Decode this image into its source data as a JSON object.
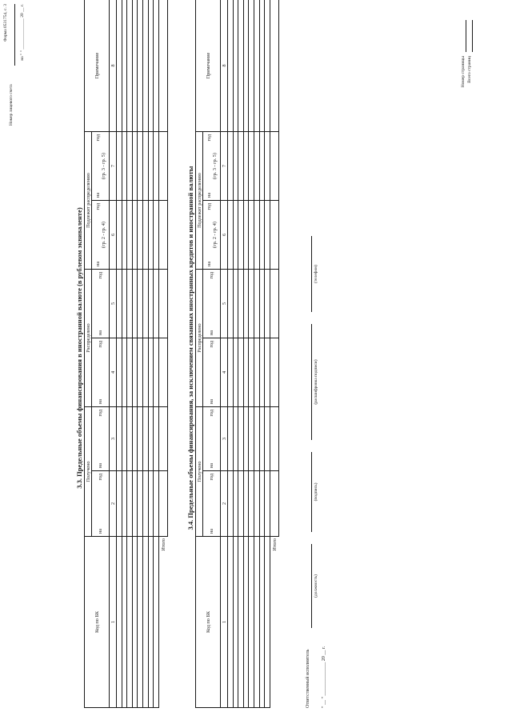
{
  "form": {
    "form_code": "Форма 0531754, с. 3",
    "account_label": "Номер лицевого счета",
    "date_line": "на \" \" ______________ 20 __ г."
  },
  "section33": {
    "title": "3.3. Предельные объемы финансирования в иностранной валюте (в рублевом эквиваленте)"
  },
  "section34": {
    "title": "3.4. Предельные объемы финансирования, за исключением связанных иностранных кредитов и иностранной валюты"
  },
  "table_headers": {
    "kod": "Код по БК",
    "polucheno": "Получено",
    "raspredeleno": "Распределено",
    "podlezhit": "Подлежит распределению",
    "primechanie": "Примечание",
    "na": "на",
    "god": "год",
    "formula6": "(гр. 2 - гр. 4)",
    "formula7": "(гр. 3 - гр. 5)",
    "colnums": [
      "1",
      "2",
      "3",
      "4",
      "5",
      "6",
      "7",
      "8"
    ],
    "itogo": "Итого"
  },
  "signature": {
    "label": "Ответственный исполнитель",
    "position_caption": "(должность)",
    "sign_caption": "(подпись)",
    "decode_caption": "(расшифровка подписи)",
    "phone_caption": "(телефон)",
    "date_line": "\" __ \" ______________ 20 __ г."
  },
  "pages": {
    "page_number_label": "Номер страницы",
    "total_pages_label": "Всего страниц"
  }
}
